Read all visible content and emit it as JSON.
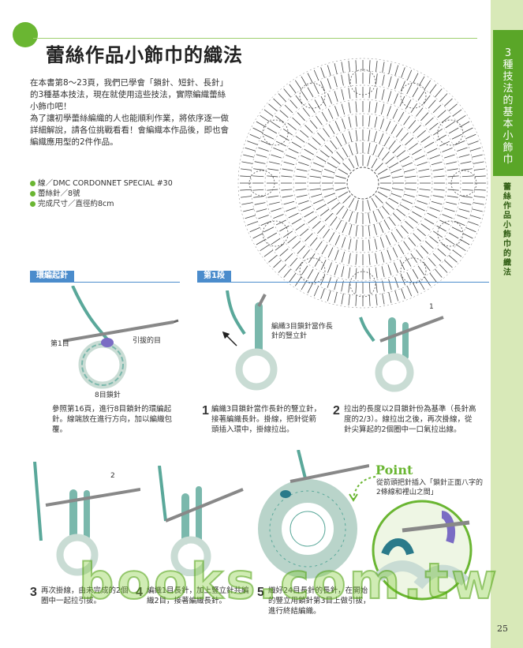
{
  "title": "蕾絲作品小飾巾的織法",
  "intro": [
    "在本書第8〜23頁，我們已學會「鎖針、短針、長針」的3種基本技法，現在就使用這些技法，實際編織蕾絲小飾巾吧！",
    "為了讓初學蕾絲編織的人也能順利作業，將依序逐一做詳細解說，請各位挑戰看看！會編織本作品後，即也會編織應用型的2件作品。"
  ],
  "materials": [
    "線／DMC CORDONNET SPECIAL #30",
    "蕾絲針／8號",
    "完成尺寸／直徑約8cm"
  ],
  "side": {
    "tab": "3種技法的基本小飾巾",
    "sub": "蕾絲作品小飾巾的織法"
  },
  "sections": {
    "ring": "環編起針",
    "round1": "第1段"
  },
  "labels": {
    "round1_dan": "第1目",
    "pull_through": "引拔的目",
    "eight_chains": "8目鎖針",
    "chain3_note": "編織3目鎖針當作長針的豎立針",
    "arrow1": "1",
    "arrow2": "2"
  },
  "captions": {
    "ring": "參照第16頁，進行8目鎖針的環編起針。線端放在進行方向，加以編織包覆。",
    "step1_num": "1",
    "step1": "編織3目鎖針當作長針的豎立針，接著編織長針。掛線，把針從箭頭插入環中，掛線拉出。",
    "step2_num": "2",
    "step2": "拉出的長度以2目鎖針份為基準（長針高度的2/3）。線拉出之後，再次掛線，從針尖算起的2個圈中一口氣拉出線。",
    "step3_num": "3",
    "step3": "再次掛線，由未完成的2個圈中一起拉引拔。",
    "step4_num": "4",
    "step4": "編織1目長針，加上豎立針共編織2目，接著編織長針。",
    "step5_num": "5",
    "step5": "織好24目長針的長針，在開始的豎立用鎖針第3目上做引拔，進行終結編織。"
  },
  "point": {
    "title": "Point",
    "text": "從箭頭把針插入「鎖針正面八字的2條線和裡山之間」"
  },
  "watermark": "books.com.tw",
  "page_number": "25",
  "colors": {
    "accent_green": "#6ab632",
    "tab_green": "#5aa628",
    "section_blue": "#4b8ccc",
    "yarn_teal": "#5aa89a",
    "yarn_purple": "#7a6cc4"
  }
}
